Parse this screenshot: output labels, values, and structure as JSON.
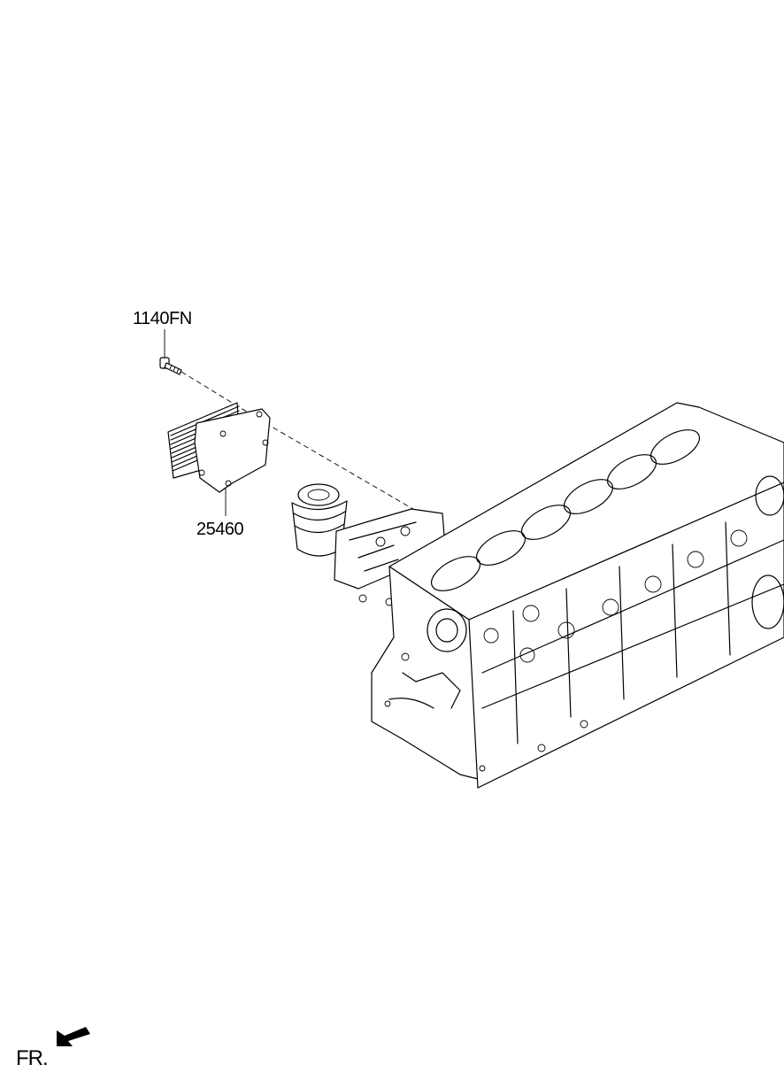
{
  "labels": {
    "bolt_part_number": "1140FN",
    "oil_cooler_part_number": "25460",
    "front_direction": "FR."
  },
  "icons": {
    "front_arrow": "front-arrow-icon"
  }
}
